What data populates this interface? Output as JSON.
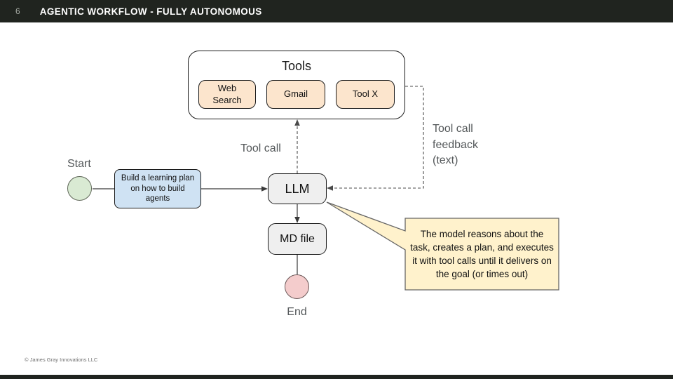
{
  "header": {
    "page_number": "6",
    "title": "AGENTIC WORKFLOW - FULLY AUTONOMOUS"
  },
  "diagram": {
    "tools_group": {
      "title": "Tools",
      "items": [
        "Web Search",
        "Gmail",
        "Tool X"
      ]
    },
    "nodes": {
      "start_label": "Start",
      "task": "Build a learning plan on how to build agents",
      "llm": "LLM",
      "md_file": "MD file",
      "end_label": "End"
    },
    "edge_labels": {
      "tool_call": "Tool call",
      "tool_call_feedback": "Tool call feedback (text)"
    },
    "callout": "The model reasons about the task, creates a plan, and executes it with tool calls until it delivers on the goal (or times out)"
  },
  "footer": {
    "copyright": "© James Gray Innovations LLC"
  },
  "colors": {
    "header_bg": "#20241f",
    "header_text": "#ffffff",
    "tool_box_fill": "#fce5cd",
    "task_fill": "#cfe2f3",
    "process_fill": "#efefef",
    "start_fill": "#d9ead3",
    "end_fill": "#f4cccc",
    "callout_fill": "#fff2cc",
    "label_gray": "#54585a"
  }
}
